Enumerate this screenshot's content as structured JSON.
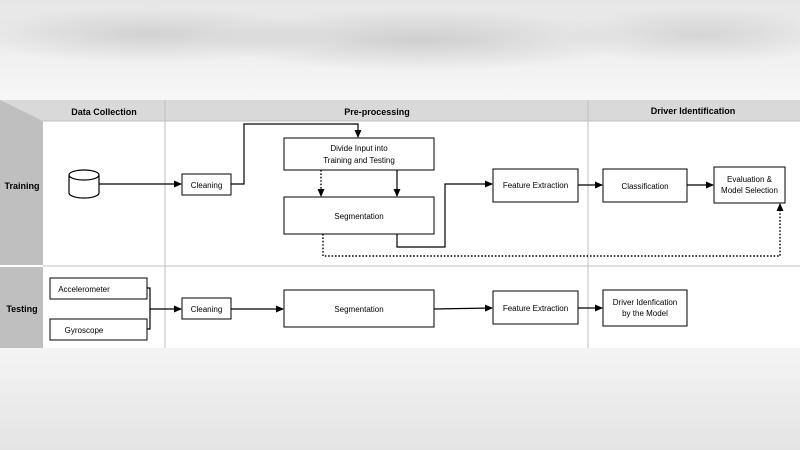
{
  "phases": {
    "data_collection": "Data Collection",
    "pre_processing": "Pre-processing",
    "driver_identification": "Driver Identification"
  },
  "lanes": {
    "training": "Training",
    "testing": "Testing"
  },
  "training": {
    "cleaning": "Cleaning",
    "divide_line1": "Divide Input into",
    "divide_line2": "Training and Testing",
    "segmentation": "Segmentation",
    "feature_extraction": "Feature Extraction",
    "classification": "Classification",
    "evaluation_line1": "Evaluation &",
    "evaluation_line2": "Model Selection"
  },
  "testing": {
    "accelerometer": "Accelerometer",
    "gyroscope": "Gyroscope",
    "cleaning": "Cleaning",
    "segmentation": "Segmentation",
    "feature_extraction": "Feature Extraction",
    "driver_id_line1": "Driver Idenfication",
    "driver_id_line2": "by the Model"
  },
  "icons": {
    "database": "database-icon"
  },
  "colors": {
    "header_band": "#d9d9d9",
    "lane_header": "#bfbfbf",
    "grid_line": "#bfbfbf",
    "line": "#000000"
  }
}
